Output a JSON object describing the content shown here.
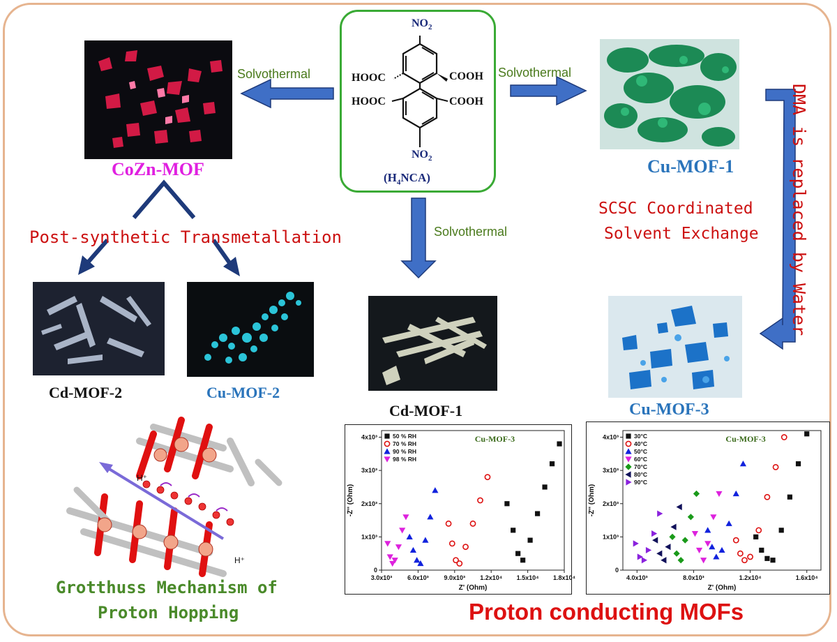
{
  "ligand": {
    "name": "(H4NCA)",
    "name_prefix": "(H",
    "name_sub": "4",
    "name_suffix": "NCA)",
    "groups": {
      "top_nitro": "NO",
      "bottom_nitro": "NO",
      "nitro_sub": "2",
      "cooh_left_top": "HOOC",
      "cooh_left_bottom": "HOOC",
      "cooh_right_top": "COOH",
      "cooh_right_bottom": "COOH"
    }
  },
  "arrows": {
    "left_label": "Solvothermal",
    "right_label": "Solvothermal",
    "down_label": "Solvothermal"
  },
  "products": {
    "cozn": "CoZn-MOF",
    "cu1": "Cu-MOF-1",
    "cd2": "Cd-MOF-2",
    "cu2": "Cu-MOF-2",
    "cd1": "Cd-MOF-1",
    "cu3": "Cu-MOF-3"
  },
  "processes": {
    "transmetallation": "Post-synthetic Transmetallation",
    "scsc_line1": "SCSC Coordinated",
    "scsc_line2": "Solvent Exchange",
    "dma": "DMA is replaced by Water"
  },
  "mechanism": {
    "line1": "Grotthuss Mechanism of",
    "line2": "Proton Hopping",
    "proton_label_1": "H⁺",
    "proton_label_2": "H⁺"
  },
  "bottom_title": "Proton conducting MOFs",
  "colors": {
    "arrow_fill": "#3f6fc6",
    "arrow_stroke": "#1e3a7a",
    "cozn_label": "#e020e0",
    "cu_label": "#2a74bb",
    "process_red": "#cc1111",
    "solvo_green": "#4a7a1c",
    "ligand_border": "#3aaa35",
    "mechanism_green": "#4a8a2a"
  },
  "chart_data": [
    {
      "type": "scatter",
      "title": "Cu-MOF-3",
      "xlabel": "Z' (Ohm)",
      "ylabel": "-Z'' (Ohm)",
      "xlim": [
        3000,
        18000
      ],
      "ylim": [
        0,
        4200
      ],
      "xticks": [
        "3.0x10³",
        "6.0x10³",
        "9.0x10³",
        "1.2x10⁴",
        "1.5x10⁴",
        "1.8x10⁴"
      ],
      "yticks": [
        "0",
        "1x10³",
        "2x10³",
        "3x10³",
        "4x10³"
      ],
      "xtick_values": [
        3000,
        6000,
        9000,
        12000,
        15000,
        18000
      ],
      "ytick_values": [
        0,
        1000,
        2000,
        3000,
        4000
      ],
      "legend_position": "top-left",
      "series": [
        {
          "name": "50 % RH",
          "color": "#111111",
          "marker": "square",
          "x": [
            13300,
            13800,
            14200,
            14600,
            15200,
            15800,
            16400,
            17000,
            17600
          ],
          "y": [
            2000,
            1200,
            500,
            300,
            900,
            1700,
            2500,
            3200,
            3800
          ]
        },
        {
          "name": "70 % RH",
          "color": "#dd1111",
          "marker": "circle",
          "x": [
            8500,
            8800,
            9100,
            9400,
            9900,
            10500,
            11100,
            11700
          ],
          "y": [
            1400,
            800,
            300,
            200,
            700,
            1400,
            2100,
            2800
          ]
        },
        {
          "name": "90 % RH",
          "color": "#1122dd",
          "marker": "triangle",
          "x": [
            5300,
            5600,
            5900,
            6200,
            6600,
            7000,
            7400
          ],
          "y": [
            1000,
            600,
            300,
            200,
            900,
            1600,
            2400
          ]
        },
        {
          "name": "98 % RH",
          "color": "#dd22dd",
          "marker": "tri-down",
          "x": [
            3500,
            3700,
            3900,
            4100,
            4400,
            4700,
            5000
          ],
          "y": [
            800,
            400,
            200,
            300,
            700,
            1200,
            1600
          ]
        }
      ]
    },
    {
      "type": "scatter",
      "title": "Cu-MOF-3",
      "xlabel": "Z' (Ohm)",
      "ylabel": "-Z'' (Ohm)",
      "xlim": [
        3000,
        17000
      ],
      "ylim": [
        0,
        4200
      ],
      "xticks": [
        "4.0x10³",
        "8.0x10³",
        "1.2x10⁴",
        "1.6x10⁴"
      ],
      "yticks": [
        "0",
        "1x10³",
        "2x10³",
        "3x10³",
        "4x10³"
      ],
      "xtick_values": [
        4000,
        8000,
        12000,
        16000
      ],
      "ytick_values": [
        0,
        1000,
        2000,
        3000,
        4000
      ],
      "legend_position": "top-left",
      "series": [
        {
          "name": "30°C",
          "color": "#111111",
          "marker": "square",
          "x": [
            12400,
            12800,
            13200,
            13600,
            14200,
            14800,
            15400,
            16000
          ],
          "y": [
            1000,
            600,
            350,
            300,
            1200,
            2200,
            3200,
            4100
          ]
        },
        {
          "name": "40°C",
          "color": "#dd1111",
          "marker": "circle",
          "x": [
            11000,
            11300,
            11600,
            12000,
            12600,
            13200,
            13800,
            14400
          ],
          "y": [
            900,
            500,
            300,
            400,
            1200,
            2200,
            3100,
            4000
          ]
        },
        {
          "name": "50°C",
          "color": "#1122dd",
          "marker": "triangle",
          "x": [
            9000,
            9300,
            9600,
            10000,
            10500,
            11000,
            11500
          ],
          "y": [
            1200,
            700,
            400,
            600,
            1400,
            2300,
            3200
          ]
        },
        {
          "name": "60°C",
          "color": "#dd22dd",
          "marker": "tri-down",
          "x": [
            8100,
            8400,
            8700,
            9000,
            9400,
            9800
          ],
          "y": [
            1100,
            600,
            300,
            800,
            1600,
            2300
          ]
        },
        {
          "name": "70°C",
          "color": "#1a9a1a",
          "marker": "diamond",
          "x": [
            6500,
            6800,
            7100,
            7400,
            7800,
            8200
          ],
          "y": [
            1000,
            500,
            300,
            900,
            1600,
            2300
          ]
        },
        {
          "name": "80°C",
          "color": "#11115a",
          "marker": "tri-left",
          "x": [
            5300,
            5600,
            5900,
            6200,
            6600,
            7000
          ],
          "y": [
            900,
            500,
            300,
            700,
            1300,
            1900
          ]
        },
        {
          "name": "90°C",
          "color": "#8a22dd",
          "marker": "tri-right",
          "x": [
            3900,
            4200,
            4500,
            4800,
            5200,
            5600
          ],
          "y": [
            800,
            400,
            300,
            600,
            1100,
            1700
          ]
        }
      ]
    }
  ]
}
